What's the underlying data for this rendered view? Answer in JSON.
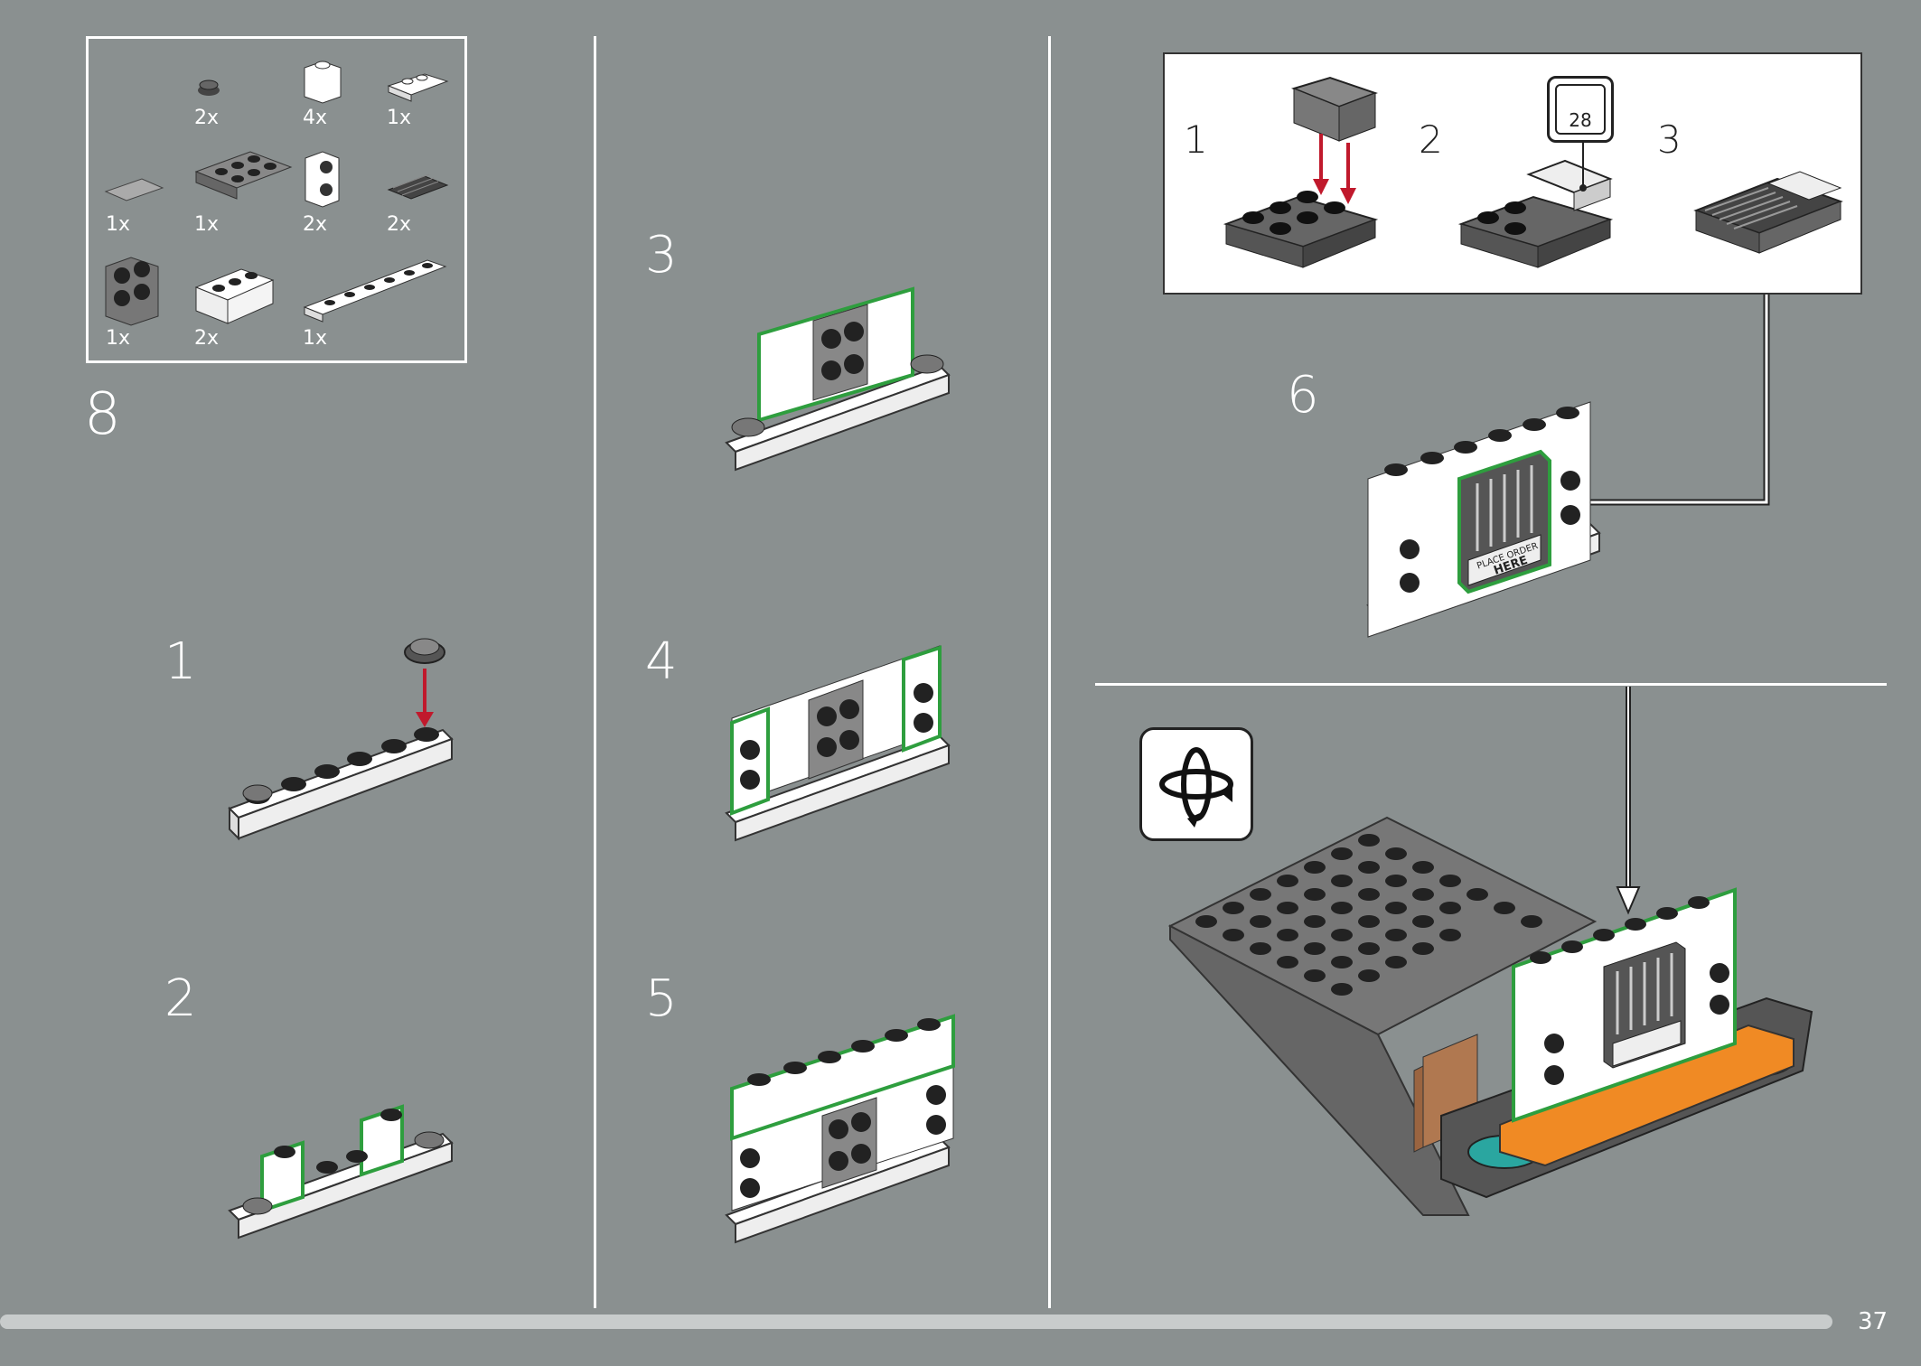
{
  "step_number": "8",
  "inventory": [
    {
      "qty": "2x"
    },
    {
      "qty": "4x"
    },
    {
      "qty": "1x"
    },
    {
      "qty": "1x"
    },
    {
      "qty": "1x"
    },
    {
      "qty": "2x"
    },
    {
      "qty": "2x"
    },
    {
      "qty": "1x"
    },
    {
      "qty": "2x"
    },
    {
      "qty": "1x"
    }
  ],
  "substeps_left": [
    "1",
    "2"
  ],
  "substeps_middle": [
    "3",
    "4",
    "5"
  ],
  "substeps_right": [
    "6"
  ],
  "callout": {
    "steps": [
      "1",
      "2",
      "3"
    ],
    "sticker_number": "28",
    "sticker_text_line1": "PLACE ORDER",
    "sticker_text_line2": "HERE"
  },
  "page_number": "37",
  "colors": {
    "background": "#8a9090",
    "highlight": "#2e9e3e",
    "arrow": "#c0192c",
    "orange": "#f08a24",
    "teal": "#2aa6a0",
    "brown": "#b07850"
  },
  "icons": [
    "rotate-model-icon",
    "sticker-icon"
  ]
}
